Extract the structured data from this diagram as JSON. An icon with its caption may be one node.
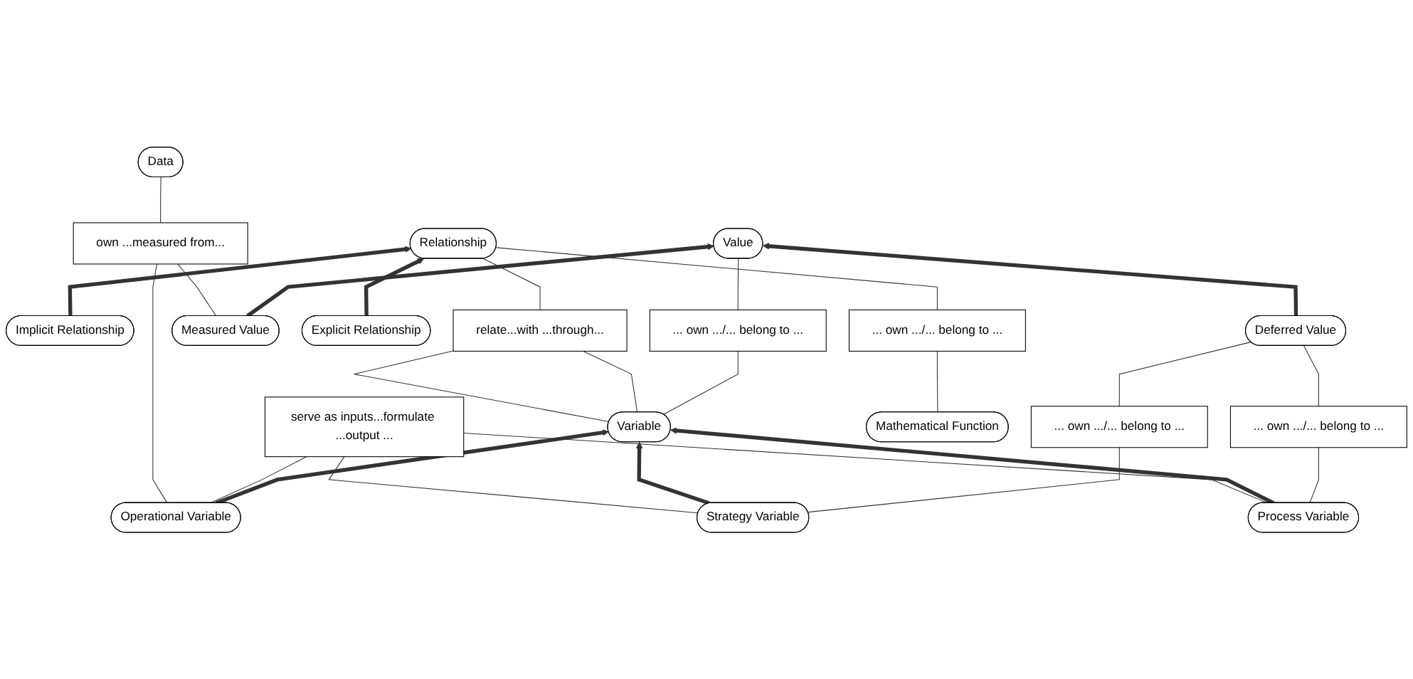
{
  "diagram": {
    "nodes": [
      {
        "text": [
          "Variable"
        ]
      },
      {
        "text": [
          "Value"
        ]
      },
      {
        "text": [
          "... own .../... belong to ..."
        ]
      },
      {
        "text": [
          "relate...with ...through..."
        ]
      },
      {
        "text": [
          "Mathematical Function"
        ]
      },
      {
        "text": [
          "Relationship"
        ]
      },
      {
        "text": [
          "Process Variable"
        ]
      },
      {
        "text": [
          "... own .../... belong to ..."
        ]
      },
      {
        "text": [
          "... own .../... belong to ..."
        ]
      },
      {
        "text": [
          "Operational Variable"
        ]
      },
      {
        "text": [
          "Strategy Variable"
        ]
      },
      {
        "text": [
          "... own .../... belong to ..."
        ]
      },
      {
        "text": [
          "Explicit Relationship"
        ]
      },
      {
        "text": [
          "Measured Value"
        ]
      },
      {
        "text": [
          "Deferred Value"
        ]
      },
      {
        "text": [
          "serve as inputs...formulate ...output ..."
        ]
      },
      {
        "text": [
          "Implicit Relationship"
        ]
      },
      {
        "text": [
          "own ...measured from..."
        ]
      },
      {
        "text": [
          "Data"
        ]
      }
    ],
    "edges": [
      {
        "from": 0,
        "to": 2,
        "arrow": "none"
      },
      {
        "from": 2,
        "to": 1,
        "arrow": "none"
      },
      {
        "from": 0,
        "to": 3,
        "arrow": "none"
      },
      {
        "from": 0,
        "to": 3,
        "arrow": "none"
      },
      {
        "from": 3,
        "to": 5,
        "arrow": "none"
      },
      {
        "from": 4,
        "to": 8,
        "arrow": "none"
      },
      {
        "from": 8,
        "to": 5,
        "arrow": "none"
      },
      {
        "from": 6,
        "to": 7,
        "arrow": "none"
      },
      {
        "from": 7,
        "to": 14,
        "arrow": "none"
      },
      {
        "from": 10,
        "to": 11,
        "arrow": "none"
      },
      {
        "from": 11,
        "to": 14,
        "arrow": "none"
      },
      {
        "from": 6,
        "to": 0,
        "arrow": "to",
        "style": "thick"
      },
      {
        "from": 9,
        "to": 0,
        "arrow": "to",
        "style": "thick"
      },
      {
        "from": 10,
        "to": 0,
        "arrow": "to",
        "style": "thick"
      },
      {
        "from": 12,
        "to": 5,
        "arrow": "to",
        "style": "thick"
      },
      {
        "from": 16,
        "to": 5,
        "arrow": "to",
        "style": "thick"
      },
      {
        "from": 13,
        "to": 1,
        "arrow": "to",
        "style": "thick"
      },
      {
        "from": 14,
        "to": 1,
        "arrow": "to",
        "style": "thick"
      },
      {
        "from": 9,
        "to": 15,
        "arrow": "none"
      },
      {
        "from": 6,
        "to": 15,
        "arrow": "none"
      },
      {
        "from": 10,
        "to": 15,
        "arrow": "none"
      },
      {
        "from": 9,
        "to": 17,
        "arrow": "none"
      },
      {
        "from": 13,
        "to": 17,
        "arrow": "none"
      },
      {
        "from": 17,
        "to": 18,
        "arrow": "none"
      }
    ]
  }
}
